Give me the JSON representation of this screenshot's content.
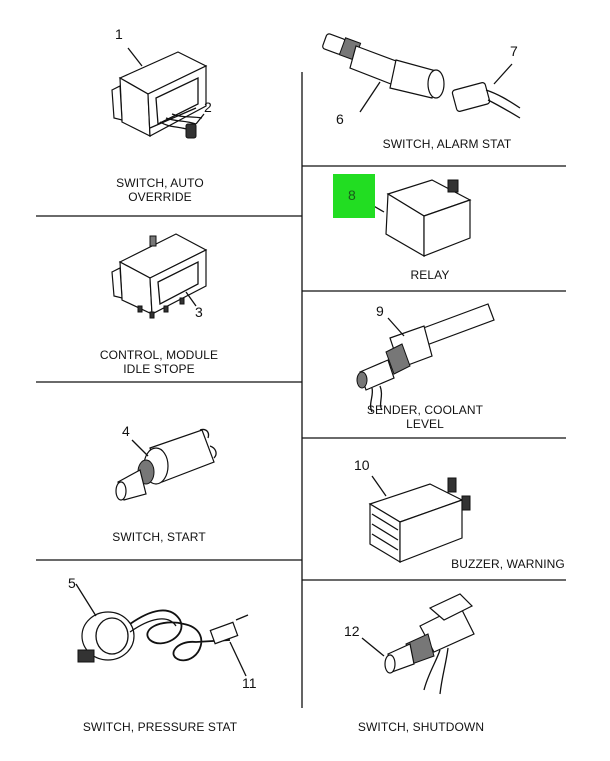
{
  "callouts": {
    "c1": "1",
    "c2": "2",
    "c3": "3",
    "c4": "4",
    "c5": "5",
    "c6": "6",
    "c7": "7",
    "c8": "8",
    "c9": "9",
    "c10": "10",
    "c11": "11",
    "c12": "12"
  },
  "labels": {
    "auto_override_l1": "SWITCH, AUTO",
    "auto_override_l2": "OVERRIDE",
    "control_module_l1": "CONTROL, MODULE",
    "control_module_l2": "IDLE STOPE",
    "switch_start": "SWITCH, START",
    "switch_pressure_stat": "SWITCH, PRESSURE STAT",
    "switch_alarm_stat": "SWITCH, ALARM STAT",
    "relay": "RELAY",
    "sender_coolant_l1": "SENDER, COOLANT",
    "sender_coolant_l2": "LEVEL",
    "buzzer_warning": "BUZZER, WARNING",
    "switch_shutdown": "SWITCH, SHUTDOWN"
  },
  "colors": {
    "highlight": "#22dd22",
    "ink": "#111111"
  }
}
